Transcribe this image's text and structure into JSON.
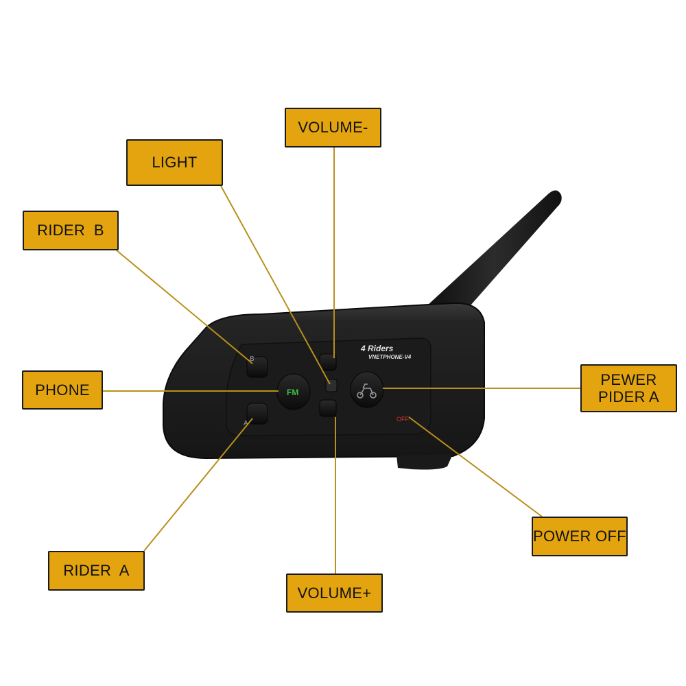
{
  "callouts": {
    "volume_minus": "VOLUME-",
    "light": "LIGHT",
    "rider_b": "RIDER  B",
    "phone": "PHONE",
    "power_rider_a": "PEWER\nPIDER A",
    "power_off": "POWER OFF",
    "rider_a": "RIDER  A",
    "volume_plus": "VOLUME+"
  },
  "device": {
    "brand": "4 Riders",
    "model": "VNETPHONE-V4",
    "button_b": "B",
    "button_a": "A",
    "button_fm": "FM",
    "off_label": "OFF"
  },
  "colors": {
    "callout_fill": "#e3a40f",
    "leader_line": "#b8901c",
    "device_body": "#1e1e1e",
    "fm_text": "#3fbf4a",
    "off_text": "#d2342c",
    "brand_text": "#d2342c"
  }
}
